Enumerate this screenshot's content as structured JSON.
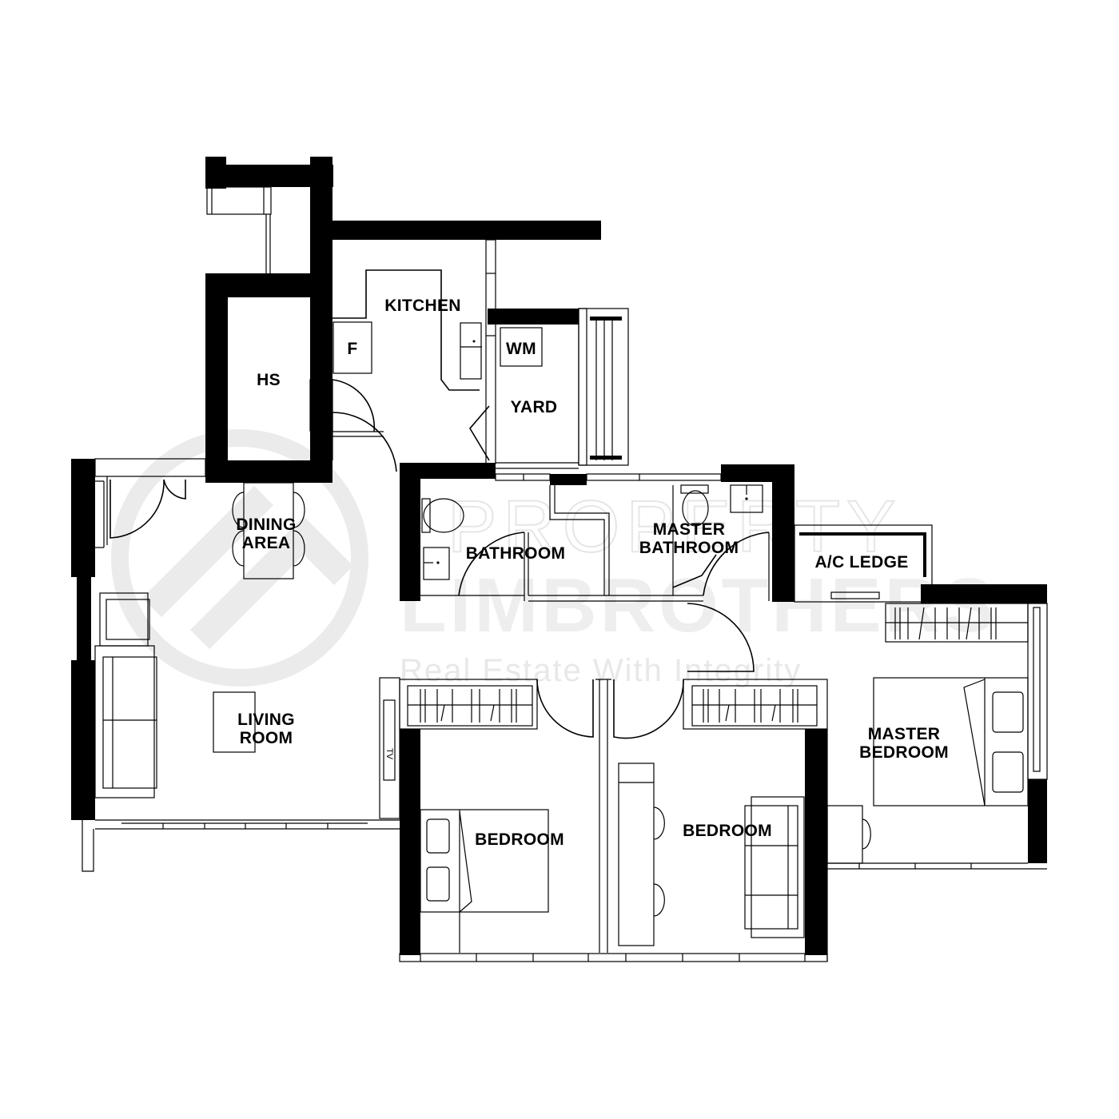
{
  "floor_plan": {
    "rooms": {
      "kitchen": "KITCHEN",
      "household_shelter": "HS",
      "fridge": "F",
      "washing_machine": "WM",
      "yard": "YARD",
      "dining_area_line1": "DINING",
      "dining_area_line2": "AREA",
      "living_room_line1": "LIVING",
      "living_room_line2": "ROOM",
      "tv": "TV",
      "bathroom": "BATHROOM",
      "master_bathroom_line1": "MASTER",
      "master_bathroom_line2": "BATHROOM",
      "ac_ledge": "A/C LEDGE",
      "master_bedroom_line1": "MASTER",
      "master_bedroom_line2": "BEDROOM",
      "bedroom_1": "BEDROOM",
      "bedroom_2": "BEDROOM"
    },
    "colors": {
      "wall": "#000000",
      "background": "#ffffff",
      "watermark": "#ebebeb"
    }
  },
  "watermark": {
    "line1": "PROPERTY",
    "line2": "LIMBROTHERS",
    "tagline": "Real Estate With Integrity"
  }
}
